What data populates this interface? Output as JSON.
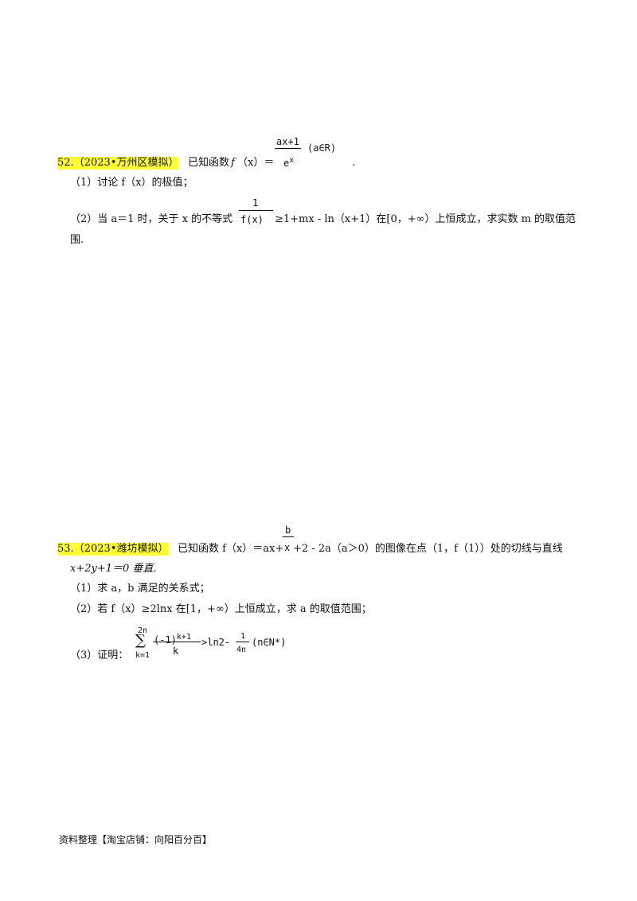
{
  "problem52": {
    "number": "52.",
    "source": "（2023•万州区模拟）",
    "intro": "已知函数",
    "f": "f",
    "fx_paren": "（x）＝",
    "frac_num": "ax+1",
    "frac_den": "e",
    "frac_den_exp": "x",
    "domain": "(a∈R)",
    "end": ".",
    "part1": "（1）讨论 f（x）的极值；",
    "part2_prefix": "（2）当 a＝1 时，关于 x 的不等式",
    "part2_frac_num": "1",
    "part2_frac_den": "f(x)",
    "part2_suffix": "≥1+mx - ln（x+1）在[0，+∞）上恒成立，求实数 m 的取值范",
    "part2_cont": "围."
  },
  "problem53": {
    "number": "53.",
    "source": "（2023•潍坊模拟）",
    "intro": "已知函数 f（x）＝ax+",
    "frac_num": "b",
    "frac_den": "x",
    "intro_rest": "+2 - 2a（a＞0）的图像在点（1，f（1））处的切线与直线",
    "line2": "x+2y+1＝0 垂直.",
    "part1": "（1）求 a，b 满足的关系式；",
    "part2": "（2）若 f（x）≥2lnx 在[1，+∞）上恒成立，求 a 的取值范围；",
    "part3_label": "（3）证明：",
    "sum_symbol": "∑",
    "sum_upper": "2n",
    "sum_lower": "k=1",
    "sum_frac_num": "(-1)",
    "sum_frac_num_exp": "k+1",
    "sum_frac_den": "k",
    "rhs": ">ln2-",
    "rhs_frac_num": "1",
    "rhs_frac_den": "4n",
    "rhs_domain": "(n∈N*)"
  },
  "footer": {
    "text": "资料整理【淘宝店铺：向阳百分百】"
  },
  "colors": {
    "highlight": "#ffff33",
    "text": "#111111"
  }
}
